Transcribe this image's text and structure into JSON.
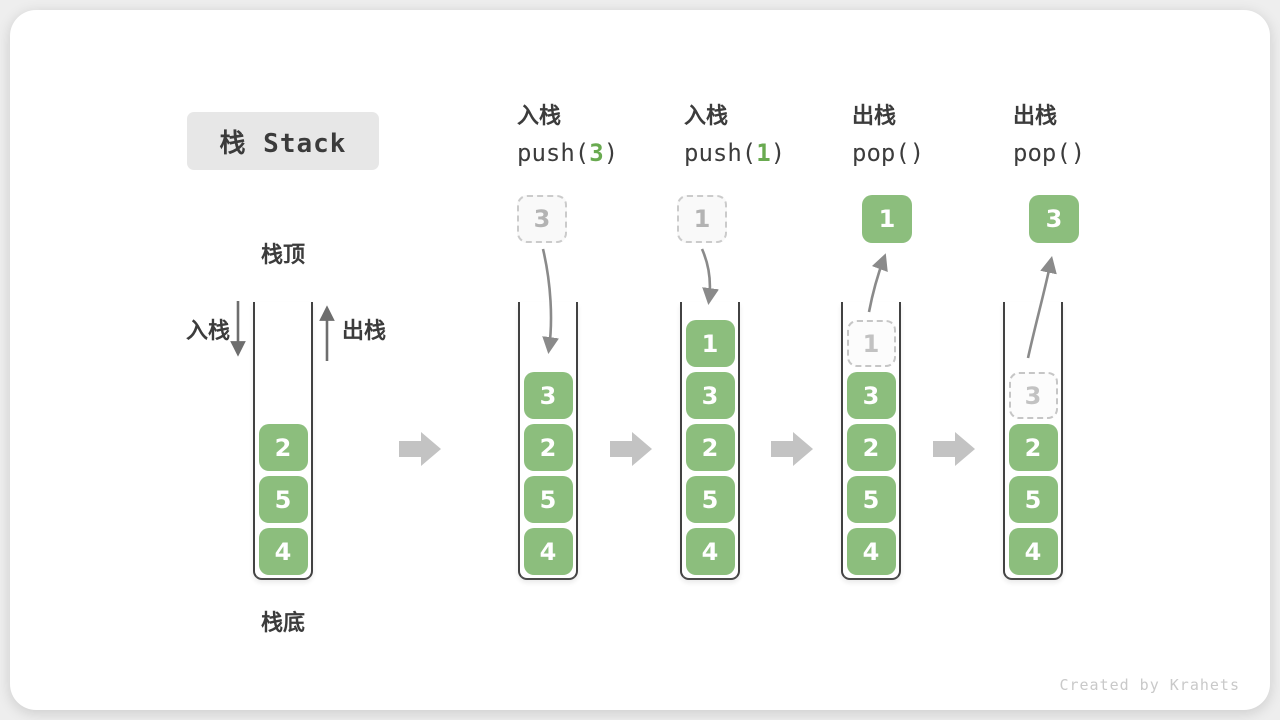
{
  "title": "栈 Stack",
  "credit": "Created by Krahets",
  "colors": {
    "green": "#8cbe7d",
    "green_arg": "#69aa50",
    "block_arrow_gray": "#c3c3c3",
    "curve_arrow_gray": "#8a8a8a",
    "small_arrow_gray": "#6e6e6e",
    "ghost_border": "#c6c6c6",
    "ghost_text": "#b3b3b3",
    "wall_dark": "#424242",
    "text_dark": "#3c3c3c",
    "title_bg": "#e7e7e7",
    "credit_gray": "#c9c9c9"
  },
  "first_stack_labels": {
    "top": "栈顶",
    "bottom": "栈底",
    "push_side": "入栈",
    "pop_side": "出栈"
  },
  "operations": [
    {
      "label": "入栈",
      "fn": "push(",
      "arg": "3",
      "close": ")"
    },
    {
      "label": "入栈",
      "fn": "push(",
      "arg": "1",
      "close": ")"
    },
    {
      "label": "出栈",
      "fn": "pop(",
      "arg": "",
      "close": ")"
    },
    {
      "label": "出栈",
      "fn": "pop(",
      "arg": "",
      "close": ")"
    }
  ],
  "stacks": [
    {
      "cells": [
        {
          "v": "2"
        },
        {
          "v": "5"
        },
        {
          "v": "4"
        }
      ],
      "float": null,
      "arrow": null
    },
    {
      "cells": [
        {
          "v": "3"
        },
        {
          "v": "2"
        },
        {
          "v": "5"
        },
        {
          "v": "4"
        }
      ],
      "float": {
        "v": "3",
        "type": "dashed"
      },
      "arrow": "push"
    },
    {
      "cells": [
        {
          "v": "1"
        },
        {
          "v": "3"
        },
        {
          "v": "2"
        },
        {
          "v": "5"
        },
        {
          "v": "4"
        }
      ],
      "float": {
        "v": "1",
        "type": "dashed"
      },
      "arrow": "push"
    },
    {
      "cells": [
        {
          "v": "1",
          "ghost": true
        },
        {
          "v": "3"
        },
        {
          "v": "2"
        },
        {
          "v": "5"
        },
        {
          "v": "4"
        }
      ],
      "float": {
        "v": "1",
        "type": "solid"
      },
      "arrow": "pop"
    },
    {
      "cells": [
        {
          "v": "3",
          "ghost": true
        },
        {
          "v": "2"
        },
        {
          "v": "5"
        },
        {
          "v": "4"
        }
      ],
      "float": {
        "v": "3",
        "type": "solid"
      },
      "arrow": "pop"
    }
  ]
}
